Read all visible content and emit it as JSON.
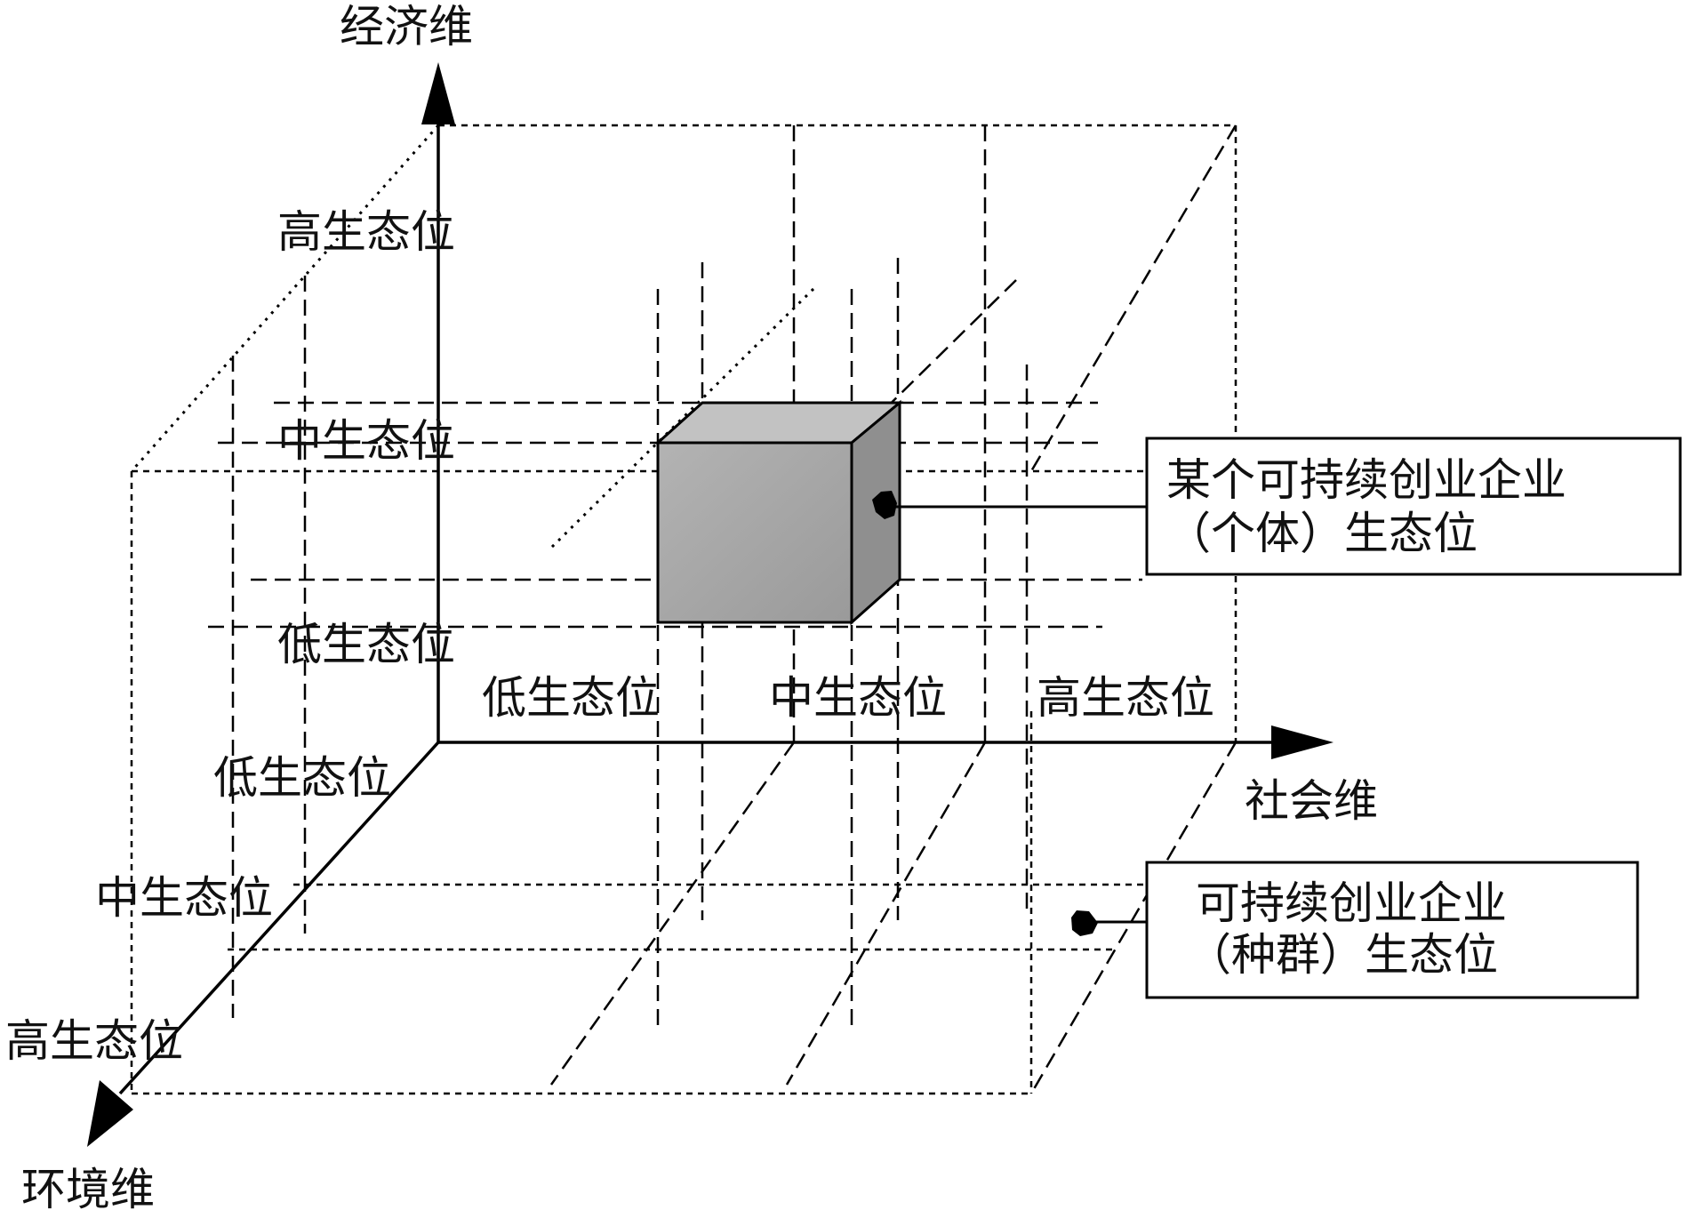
{
  "axes": {
    "economic": "经济维",
    "social": "社会维",
    "environment": "环境维"
  },
  "levels": {
    "economic": [
      "高生态位",
      "中生态位",
      "低生态位"
    ],
    "social": [
      "低生态位",
      "中生态位",
      "高生态位"
    ],
    "environment": [
      "低生态位",
      "中生态位",
      "高生态位"
    ]
  },
  "callouts": {
    "individual": {
      "line1": "某个可持续创业企业",
      "line2": "（个体）生态位"
    },
    "population": {
      "line1": "可持续创业企业",
      "line2": "（种群）生态位"
    }
  },
  "colors": {
    "cube_fill": "#a6a6a6",
    "line": "#000000"
  }
}
